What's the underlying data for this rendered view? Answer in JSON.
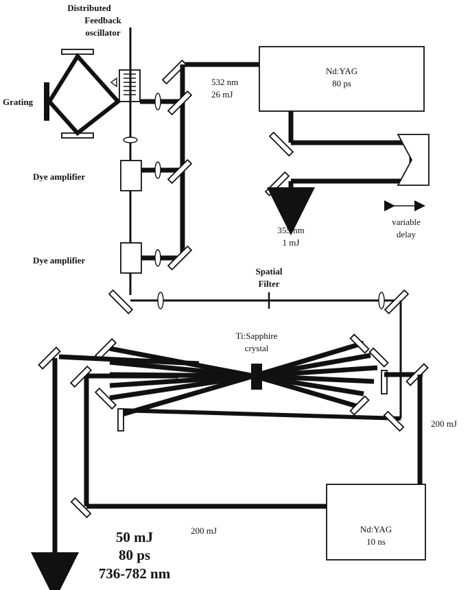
{
  "labels": {
    "dfb_line1": "Distributed",
    "dfb_line2": "Feedback",
    "dfb_line3": "oscillator",
    "grating": "Grating",
    "dye_amp_1": "Dye amplifier",
    "dye_amp_2": "Dye amplifier",
    "beam_532_line1": "532 nm",
    "beam_532_line2": "26 mJ",
    "ndyag_top_line1": "Nd:YAG",
    "ndyag_top_line2": "80 ps",
    "beam_355_line1": "355 nm",
    "beam_355_line2": "1 mJ",
    "delay_line1": "variable",
    "delay_line2": "delay",
    "spatial_filter_line1": "Spatial",
    "spatial_filter_line2": "Filter",
    "crystal_line1": "Ti:Sapphire",
    "crystal_line2": "crystal",
    "pump_right": "200 mJ",
    "pump_bottom": "200 mJ",
    "ndyag_bottom_line1": "Nd:YAG",
    "ndyag_bottom_line2": "10 ns",
    "output_line1": "50 mJ",
    "output_line2": "80 ps",
    "output_line3": "736-782 nm"
  }
}
